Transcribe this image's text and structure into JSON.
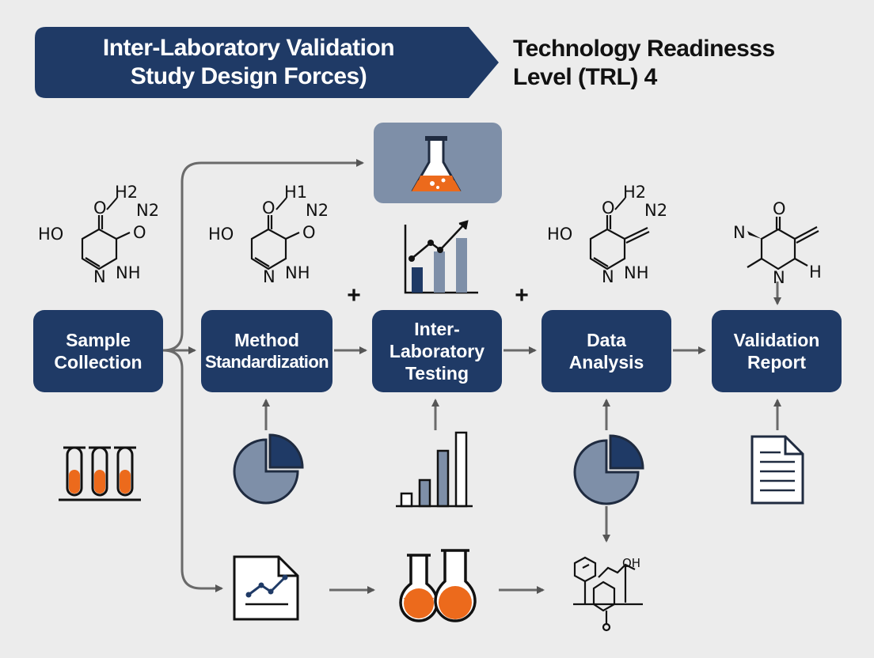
{
  "header": {
    "title_lines": [
      "Inter-Laboratory Validation",
      "Study Design Forces)"
    ],
    "trl_lines": [
      "Technology Readinesss",
      "Level (TRL) 4"
    ]
  },
  "colors": {
    "navy": "#1f3a66",
    "slate": "#7e8fa8",
    "orange": "#ec6a1c",
    "background": "#ececec"
  },
  "flow": {
    "steps": [
      {
        "lines": [
          "Sample",
          "Collection"
        ]
      },
      {
        "lines": [
          "Method",
          "Standardization"
        ]
      },
      {
        "lines": [
          "Inter-",
          "Laboratory",
          "Testing"
        ]
      },
      {
        "lines": [
          "Data",
          "Analysis"
        ]
      },
      {
        "lines": [
          "Validation",
          "Report"
        ]
      }
    ],
    "plus_signs": [
      "+",
      "+"
    ]
  },
  "molecules": {
    "mol1": {
      "o_top": "O",
      "h2": "H2",
      "n2": "N2",
      "ho": "HO",
      "o_right": "O",
      "n": "N",
      "nh": "NH"
    },
    "mol2": {
      "o_top": "O",
      "h1": "H1",
      "n2": "N2",
      "ho": "HO",
      "o_right": "O",
      "n": "N",
      "nh": "NH"
    },
    "mol3": {
      "o_top": "O",
      "h2": "H2",
      "n2": "N2",
      "ho": "HO",
      "n": "N",
      "nh": "NH"
    },
    "mol4": {
      "n_left": "N",
      "o_top": "O",
      "n": "N",
      "h": "H"
    },
    "mol5": {
      "oh": "OH"
    }
  },
  "icons": [
    "flask-icon",
    "line-bar-chart-icon",
    "test-tubes-icon",
    "pie-chart-icon",
    "bar-chart-icon",
    "document-icon",
    "line-chart-document-icon",
    "two-flasks-icon",
    "molecule-icon"
  ]
}
